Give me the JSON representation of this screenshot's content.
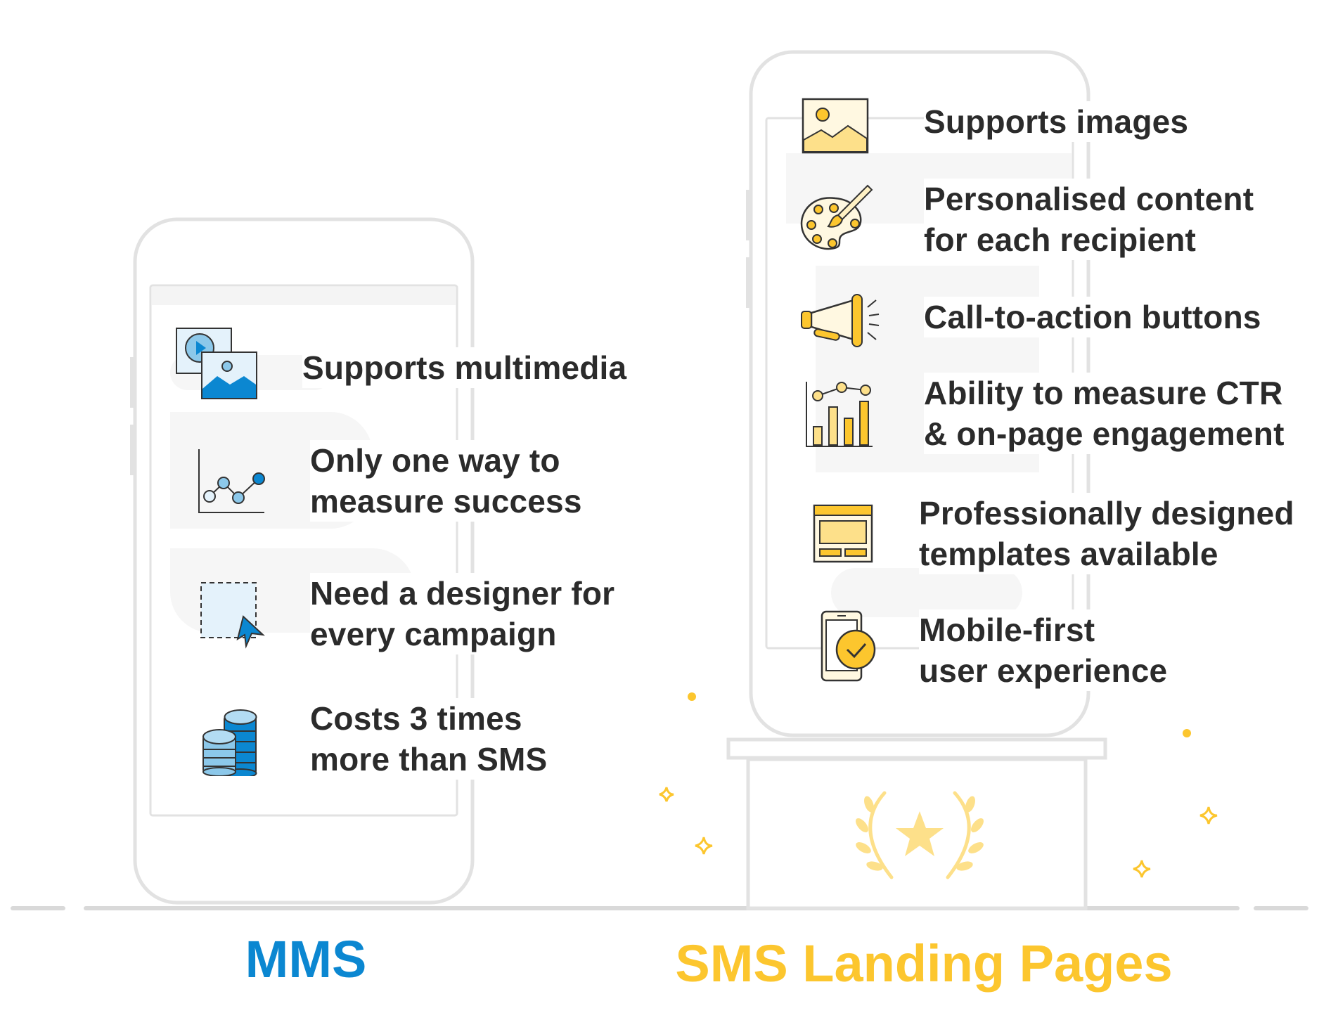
{
  "colors": {
    "mms_blue": "#0b87d1",
    "sms_yellow": "#fcc62e",
    "text": "#2b2b2b",
    "outline": "#e2e2e2"
  },
  "mms": {
    "label": "MMS",
    "features": [
      {
        "icon": "multimedia-icon",
        "lines": [
          "Supports multimedia"
        ]
      },
      {
        "icon": "line-chart-icon",
        "lines": [
          "Only one way to",
          "measure success"
        ]
      },
      {
        "icon": "design-selection-cursor-icon",
        "lines": [
          "Need a designer for",
          "every campaign"
        ]
      },
      {
        "icon": "coin-stacks-icon",
        "lines": [
          "Costs 3 times",
          "more than SMS"
        ]
      }
    ]
  },
  "sms": {
    "label": "SMS Landing Pages",
    "features": [
      {
        "icon": "image-icon",
        "lines": [
          "Supports images"
        ]
      },
      {
        "icon": "paint-palette-icon",
        "lines": [
          "Personalised content",
          "for each recipient"
        ]
      },
      {
        "icon": "megaphone-icon",
        "lines": [
          "Call-to-action buttons"
        ]
      },
      {
        "icon": "bar-line-chart-icon",
        "lines": [
          "Ability to measure CTR",
          "& on-page engagement"
        ]
      },
      {
        "icon": "template-icon",
        "lines": [
          "Professionally designed",
          "templates available"
        ]
      },
      {
        "icon": "mobile-check-icon",
        "lines": [
          "Mobile-first",
          "user experience"
        ]
      }
    ]
  }
}
